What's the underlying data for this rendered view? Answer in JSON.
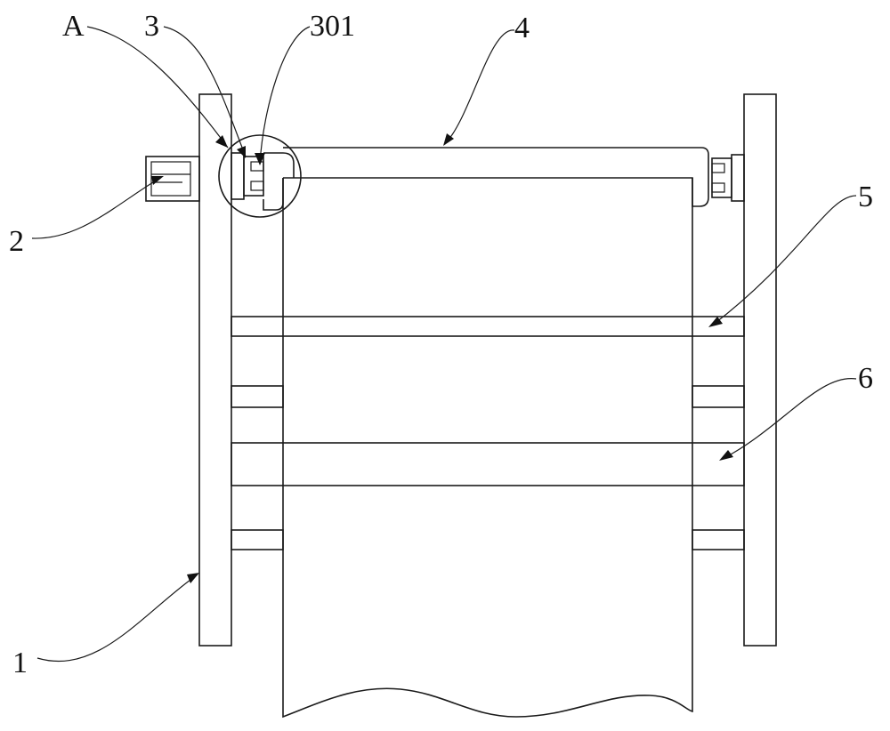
{
  "labels": {
    "a": "A",
    "three": "3",
    "three_o_one": "301",
    "four": "4",
    "two": "2",
    "five": "5",
    "six": "6",
    "one": "1"
  }
}
